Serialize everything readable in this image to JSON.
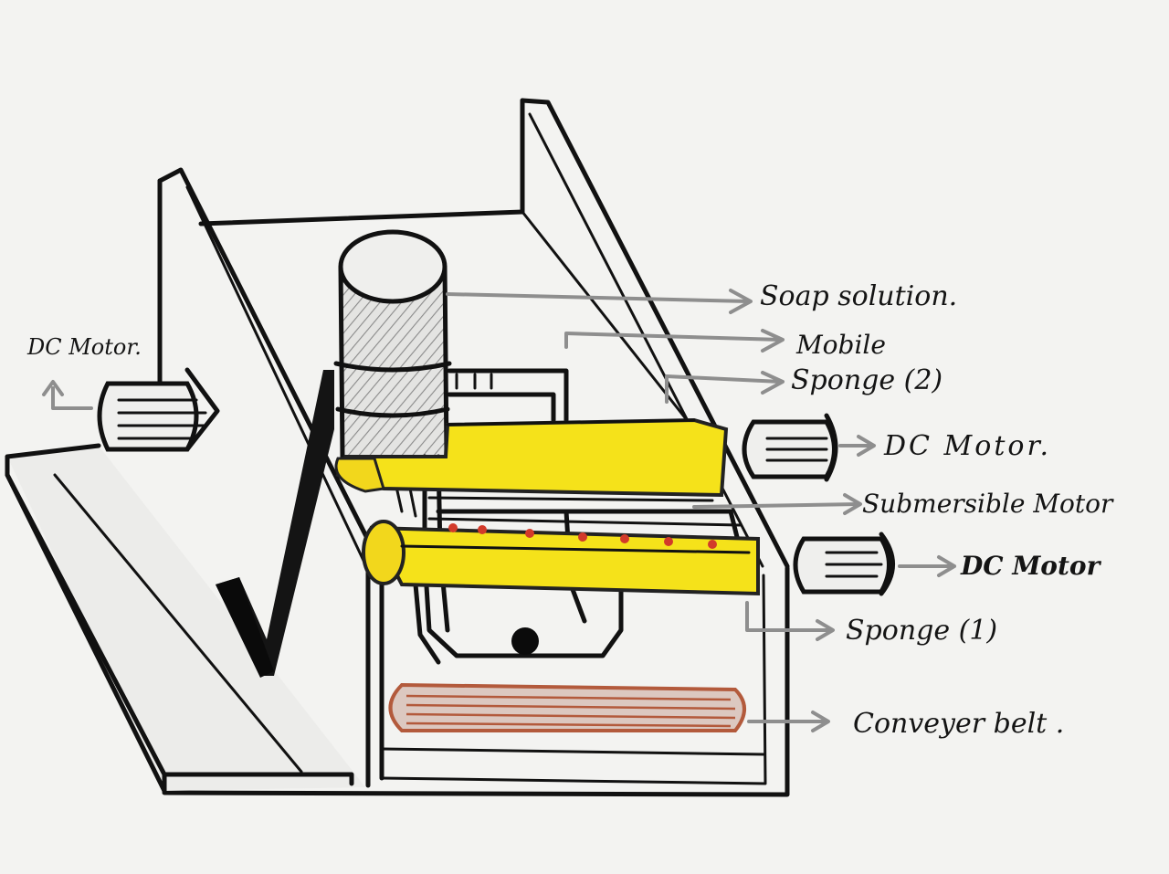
{
  "labels": {
    "soap_solution": "Soap solution.",
    "mobile": "Mobile",
    "sponge_2": "Sponge (2)",
    "dc_motor_right_top": "DC Motor.",
    "submersible_motor": "Submersible Motor",
    "dc_motor_right_mid": "DC Motor",
    "sponge_1": "Sponge (1)",
    "conveyer_belt": "Conveyer belt .",
    "dc_motor_left": "DC Motor."
  },
  "colors": {
    "paper": "#f3f3f1",
    "ink": "#111111",
    "sponge_yellow": "#f5e21a",
    "belt_brown": "#b35a3c",
    "nozzle_red": "#d23a2a",
    "lead_grey": "#8e8e8e"
  }
}
